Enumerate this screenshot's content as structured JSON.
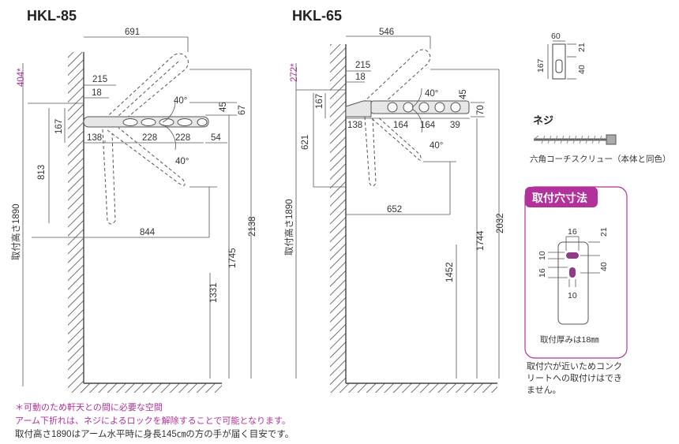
{
  "hkl85": {
    "title": "HKL-85",
    "dims": {
      "d691": "691",
      "d215": "215",
      "d18": "18",
      "d404": "404*",
      "d40a": "40°",
      "d45": "45",
      "d67": "67",
      "d167": "167",
      "d138": "138",
      "d228a": "228",
      "d228b": "228",
      "d54": "54",
      "d40b": "40°",
      "d813": "813",
      "d1890": "取付高さ1890",
      "d844": "844",
      "d2138": "2138",
      "d1745": "1745",
      "d1331": "1331"
    }
  },
  "hkl65": {
    "title": "HKL-65",
    "dims": {
      "d546": "546",
      "d215": "215",
      "d18": "18",
      "d272": "272*",
      "d40a": "40°",
      "d45": "45",
      "d70": "70",
      "d167": "167",
      "d138": "138",
      "d164a": "164",
      "d164b": "164",
      "d39": "39",
      "d40b": "40°",
      "d621": "621",
      "d1890": "取付高さ1890",
      "d652": "652",
      "d2032": "2032",
      "d1744": "1744",
      "d1452": "1452"
    }
  },
  "bracket": {
    "w60": "60",
    "h21": "21",
    "h167": "167",
    "h40": "40"
  },
  "screw": {
    "title": "ネジ",
    "caption": "六角コーチスクリュー（本体と同色）"
  },
  "holes": {
    "title": "取付穴寸法",
    "d16a": "16",
    "d21": "21",
    "d10a": "10",
    "d40": "40",
    "d16b": "16",
    "d10b": "10",
    "thickness": "取付厚みは18㎜"
  },
  "side_note": [
    "取付穴が近いためコンク",
    "リートへの取付けはでき",
    "ません。"
  ],
  "notes": {
    "line1": "＊可動のため軒天との間に必要な空間",
    "line2": "アーム下折れは、ネジによるロックを解除することで可能となります。",
    "line3": "取付高さ1890はアーム水平時に身長145㎝の方の手が届く目安です。"
  },
  "colors": {
    "accent": "#b0329a",
    "line": "#555555",
    "arm_fill": "#e6e6e6"
  }
}
